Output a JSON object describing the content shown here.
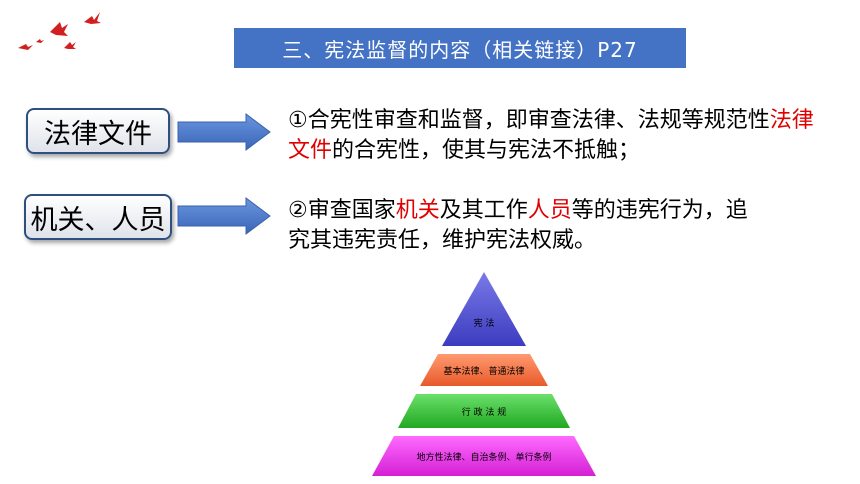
{
  "slide": {
    "title": "三、宪法监督的内容（相关链接）P27"
  },
  "rows": [
    {
      "label": "法律文件",
      "text_before": "①合宪性审查和监督，即审查法律、法规等规范性",
      "highlight": "法律文件",
      "text_after": "的合宪性，使其与宪法不抵触；"
    },
    {
      "label": "机关、人员",
      "text_before": "②审查国家",
      "highlight": "机关",
      "text_middle": "及其工作",
      "highlight2": "人员",
      "text_after": "等的违宪行为，追究其违宪责任，维护宪法权威。"
    }
  ],
  "pyramid": {
    "levels": [
      "宪 法",
      "基本法律、普通法律",
      "行 政 法 规",
      "地方性法律、自治条例、单行条例"
    ]
  },
  "colors": {
    "title_bg": "#4472c4",
    "highlight": "#e00000",
    "arrow": "#4a78c8",
    "pyramid_top": "#5b5bd6",
    "pyramid_2": "#f47a4e",
    "pyramid_3": "#3fc43f",
    "pyramid_4": "#f03cf0",
    "birds": "#d21f1f"
  }
}
